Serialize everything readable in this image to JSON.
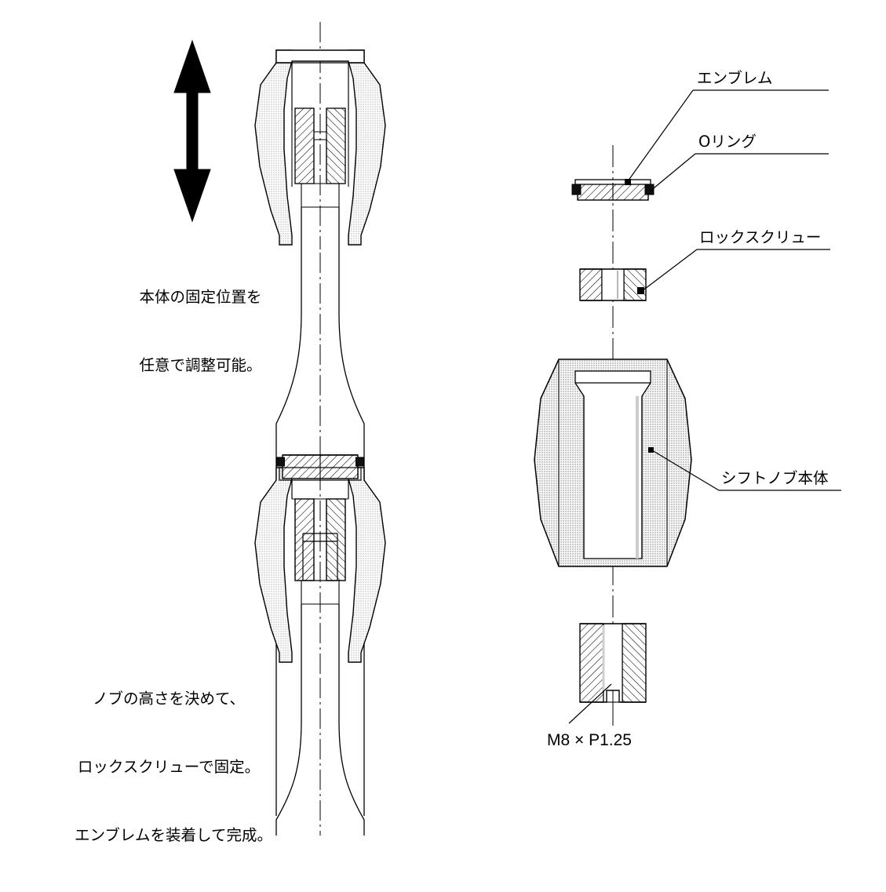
{
  "document": {
    "kind": "technical-assembly-diagram",
    "title_text": "",
    "language": "ja"
  },
  "left_column": {
    "upper_view": {
      "caption_line1": "本体の固定位置を",
      "caption_line2": "任意で調整可能。",
      "arrow": {
        "name": "adjustable-height-arrow",
        "direction": "vertical-double-headed"
      }
    },
    "lower_view": {
      "caption_line1": "ノブの高さを決めて、",
      "caption_line2": "ロックスクリューで固定。",
      "caption_line3": "エンブレムを装着して完成。"
    }
  },
  "exploded_view": {
    "labels": [
      {
        "id": "emblem",
        "text": "エンブレム"
      },
      {
        "id": "o-ring",
        "text": "Oリング"
      },
      {
        "id": "lock-screw",
        "text": "ロックスクリュー"
      },
      {
        "id": "knob-body",
        "text": "シフトノブ本体"
      }
    ],
    "thread_spec": "M8 × P1.25"
  },
  "colors": {
    "line": "#000000",
    "stipple_fill": "#d8d8d8",
    "hatch_fill": "#ffffff",
    "oring_fill": "#101010",
    "background": "#ffffff"
  }
}
